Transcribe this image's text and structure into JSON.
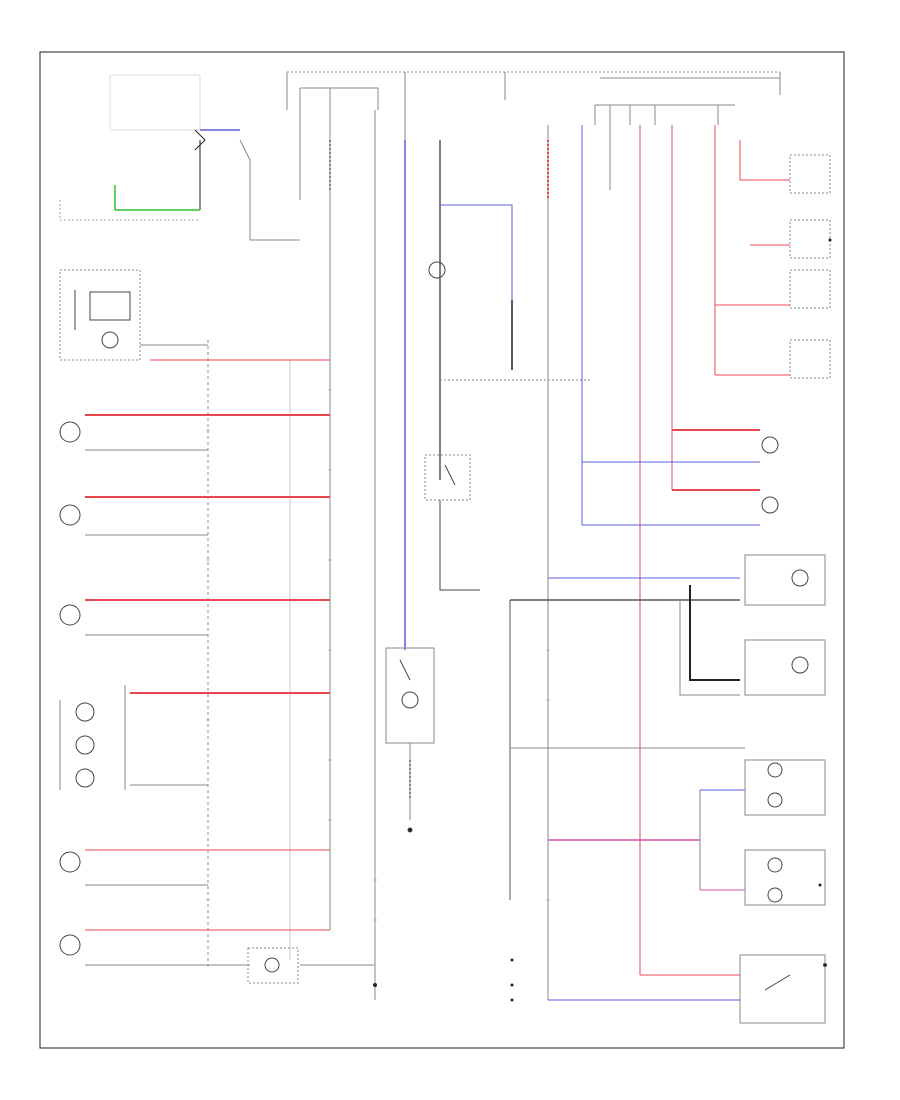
{
  "diagram": {
    "page_number": "",
    "colors": {
      "red": "#e8474f",
      "blue": "#5a5de0",
      "black": "#222222",
      "green": "#28c428",
      "gray": "#888888",
      "pink": "#f2a3a7"
    },
    "components": [
      {
        "id": "fuse-box-top",
        "name": ""
      },
      {
        "id": "panel-light-switch",
        "name": ""
      },
      {
        "id": "trunk-light-switch",
        "name": ""
      },
      {
        "id": "courtesy-switch-rf",
        "name": ""
      },
      {
        "id": "courtesy-switch-lf",
        "name": ""
      },
      {
        "id": "courtesy-switch-lr",
        "name": ""
      },
      {
        "id": "courtesy-switch-rr",
        "name": ""
      },
      {
        "id": "door-light-lf",
        "name": ""
      },
      {
        "id": "door-light-rf",
        "name": ""
      },
      {
        "id": "vanity-mirror-right",
        "name": ""
      },
      {
        "id": "vanity-mirror-left",
        "name": ""
      },
      {
        "id": "map-lights",
        "name": ""
      },
      {
        "id": "interior-light",
        "name": ""
      },
      {
        "id": "ignition-key-light",
        "name": ""
      }
    ]
  }
}
